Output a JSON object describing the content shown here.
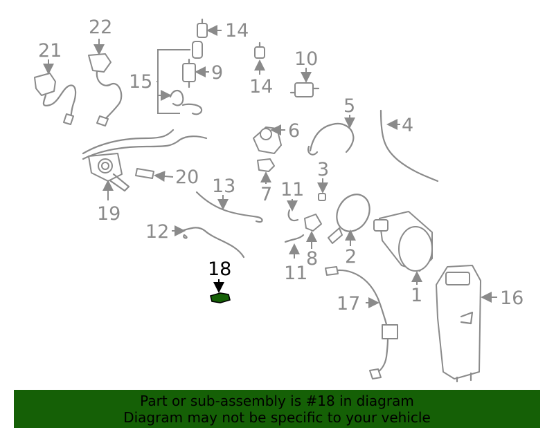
{
  "diagram": {
    "callouts": [
      "22",
      "21",
      "14",
      "14",
      "15",
      "9",
      "10",
      "5",
      "4",
      "6",
      "3",
      "20",
      "7",
      "13",
      "11",
      "19",
      "12",
      "2",
      "8",
      "11",
      "1",
      "16",
      "17"
    ],
    "highlighted_callout": "18",
    "highlight_color": "#156006",
    "part_color": "#8a8a8a"
  },
  "banner": {
    "line1": "Part or sub-assembly is #18 in diagram",
    "line2": "Diagram may not be specific to your vehicle",
    "background": "#156006"
  }
}
